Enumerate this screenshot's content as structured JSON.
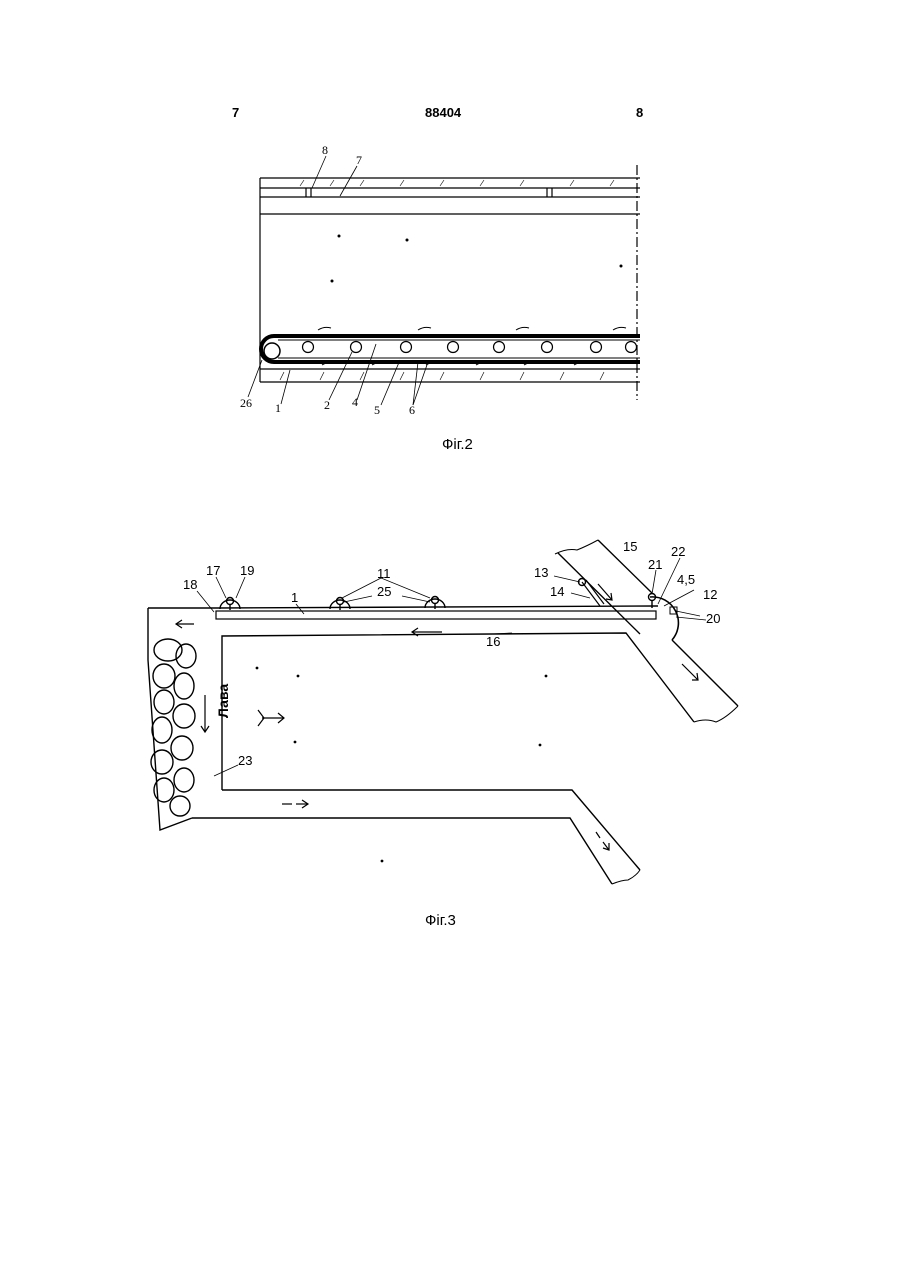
{
  "header": {
    "left_page": "7",
    "doc_number": "88404",
    "right_page": "8"
  },
  "fig2": {
    "caption": "Фіг.2",
    "labels": {
      "l8": "8",
      "l7": "7",
      "l26": "26",
      "l1": "1",
      "l2": "2",
      "l4": "4",
      "l5": "5",
      "l6": "6"
    }
  },
  "fig3": {
    "caption": "Фіг.3",
    "labels": {
      "l17": "17",
      "l19": "19",
      "l18": "18",
      "l1": "1",
      "l11": "11",
      "l25": "25",
      "l13": "13",
      "l14": "14",
      "l15": "15",
      "l21": "21",
      "l22": "22",
      "l45": "4,5",
      "l12": "12",
      "l20": "20",
      "l16": "16",
      "l23": "23",
      "lava": "Лава"
    }
  }
}
